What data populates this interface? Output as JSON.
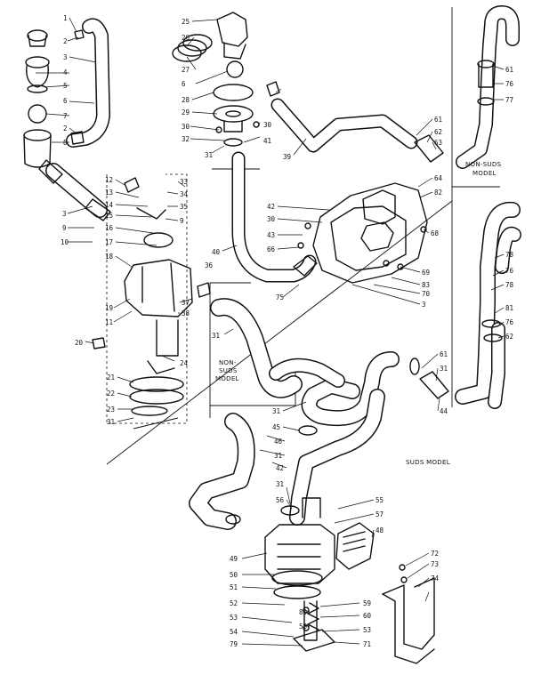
{
  "labels": {
    "non_suds_top": [
      "NON-SUDS",
      "MODEL"
    ],
    "non_suds_middle": [
      "NON-",
      "SUDS",
      "MODEL"
    ],
    "suds_model": "SUDS MODEL"
  },
  "callouts": [
    {
      "id": "c1",
      "text": "1"
    },
    {
      "id": "c2",
      "text": "2"
    },
    {
      "id": "c3",
      "text": "3"
    },
    {
      "id": "c4",
      "text": "4"
    },
    {
      "id": "c5",
      "text": "5"
    },
    {
      "id": "c6",
      "text": "6"
    },
    {
      "id": "c7",
      "text": "7"
    },
    {
      "id": "c2b",
      "text": "2"
    },
    {
      "id": "c8",
      "text": "8"
    },
    {
      "id": "c3b",
      "text": "3"
    },
    {
      "id": "c9",
      "text": "9"
    },
    {
      "id": "c10",
      "text": "10"
    },
    {
      "id": "c12",
      "text": "12"
    },
    {
      "id": "c13",
      "text": "13"
    },
    {
      "id": "c14",
      "text": "14"
    },
    {
      "id": "c15",
      "text": "15"
    },
    {
      "id": "c16",
      "text": "16"
    },
    {
      "id": "c17",
      "text": "17"
    },
    {
      "id": "c18",
      "text": "18"
    },
    {
      "id": "c19",
      "text": "19"
    },
    {
      "id": "c11",
      "text": "11"
    },
    {
      "id": "c20",
      "text": "20"
    },
    {
      "id": "c21",
      "text": "21"
    },
    {
      "id": "c22",
      "text": "22"
    },
    {
      "id": "c23",
      "text": "23"
    },
    {
      "id": "c31a",
      "text": "31"
    },
    {
      "id": "c33",
      "text": "33"
    },
    {
      "id": "c34",
      "text": "34"
    },
    {
      "id": "c35",
      "text": "35"
    },
    {
      "id": "c9b",
      "text": "9"
    },
    {
      "id": "c36",
      "text": "36"
    },
    {
      "id": "c37",
      "text": "37"
    },
    {
      "id": "c38",
      "text": "38"
    },
    {
      "id": "c24",
      "text": "24"
    },
    {
      "id": "c25",
      "text": "25"
    },
    {
      "id": "c26",
      "text": "26"
    },
    {
      "id": "c27",
      "text": "27"
    },
    {
      "id": "c6b",
      "text": "6"
    },
    {
      "id": "c28",
      "text": "28"
    },
    {
      "id": "c29",
      "text": "29"
    },
    {
      "id": "c30a",
      "text": "30"
    },
    {
      "id": "c32",
      "text": "32"
    },
    {
      "id": "c31b",
      "text": "31"
    },
    {
      "id": "c30b",
      "text": "30"
    },
    {
      "id": "c41",
      "text": "41"
    },
    {
      "id": "c39",
      "text": "39"
    },
    {
      "id": "c40",
      "text": "40"
    },
    {
      "id": "c31c",
      "text": "31"
    },
    {
      "id": "c61a",
      "text": "61"
    },
    {
      "id": "c62a",
      "text": "62"
    },
    {
      "id": "c63",
      "text": "63"
    },
    {
      "id": "c64",
      "text": "64"
    },
    {
      "id": "c82",
      "text": "82"
    },
    {
      "id": "c42a",
      "text": "42"
    },
    {
      "id": "c30c",
      "text": "30"
    },
    {
      "id": "c43",
      "text": "43"
    },
    {
      "id": "c66",
      "text": "66"
    },
    {
      "id": "c68",
      "text": "68"
    },
    {
      "id": "c69",
      "text": "69"
    },
    {
      "id": "c83",
      "text": "83"
    },
    {
      "id": "c70",
      "text": "70"
    },
    {
      "id": "c3c",
      "text": "3"
    },
    {
      "id": "c75",
      "text": "75"
    },
    {
      "id": "c61b",
      "text": "61"
    },
    {
      "id": "c76a",
      "text": "76"
    },
    {
      "id": "c77",
      "text": "77"
    },
    {
      "id": "c78a",
      "text": "78"
    },
    {
      "id": "c76b",
      "text": "76"
    },
    {
      "id": "c78b",
      "text": "78"
    },
    {
      "id": "c81",
      "text": "81"
    },
    {
      "id": "c76c",
      "text": "76"
    },
    {
      "id": "c62b",
      "text": "62"
    },
    {
      "id": "c61c",
      "text": "61"
    },
    {
      "id": "c31d",
      "text": "31"
    },
    {
      "id": "c44",
      "text": "44"
    },
    {
      "id": "c31e",
      "text": "31"
    },
    {
      "id": "c45",
      "text": "45"
    },
    {
      "id": "c46",
      "text": "46"
    },
    {
      "id": "c31f",
      "text": "31"
    },
    {
      "id": "c42b",
      "text": "42"
    },
    {
      "id": "c31g",
      "text": "31"
    },
    {
      "id": "c56",
      "text": "56"
    },
    {
      "id": "c55",
      "text": "55"
    },
    {
      "id": "c57",
      "text": "57"
    },
    {
      "id": "c48",
      "text": "48"
    },
    {
      "id": "c49",
      "text": "49"
    },
    {
      "id": "c50",
      "text": "50"
    },
    {
      "id": "c51",
      "text": "51"
    },
    {
      "id": "c52",
      "text": "52"
    },
    {
      "id": "c53",
      "text": "53"
    },
    {
      "id": "c54",
      "text": "54"
    },
    {
      "id": "c79",
      "text": "79"
    },
    {
      "id": "c80",
      "text": "80"
    },
    {
      "id": "c58",
      "text": "58"
    },
    {
      "id": "c59",
      "text": "59"
    },
    {
      "id": "c60",
      "text": "60"
    },
    {
      "id": "c53b",
      "text": "53"
    },
    {
      "id": "c71",
      "text": "71"
    },
    {
      "id": "c72",
      "text": "72"
    },
    {
      "id": "c73",
      "text": "73"
    },
    {
      "id": "c74",
      "text": "74"
    }
  ]
}
